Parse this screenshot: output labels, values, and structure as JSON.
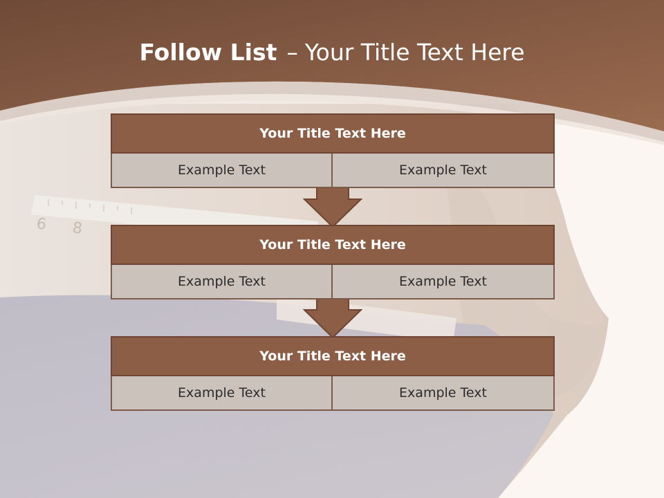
{
  "slide": {
    "title_bold": "Follow List",
    "title_dash": "–",
    "title_rest": "Your Title Text Here"
  },
  "blocks": [
    {
      "title": "Your Title Text Here",
      "cells": [
        "Example Text",
        "Example Text"
      ]
    },
    {
      "title": "Your Title Text Here",
      "cells": [
        "Example Text",
        "Example Text"
      ]
    },
    {
      "title": "Your Title Text Here",
      "cells": [
        "Example Text",
        "Example Text"
      ]
    }
  ],
  "colors": {
    "header_brown": "#7a4f3a",
    "block_title": "#8c5e46",
    "block_cell": "#ccc2bc",
    "arrow": "#8c5e46"
  }
}
